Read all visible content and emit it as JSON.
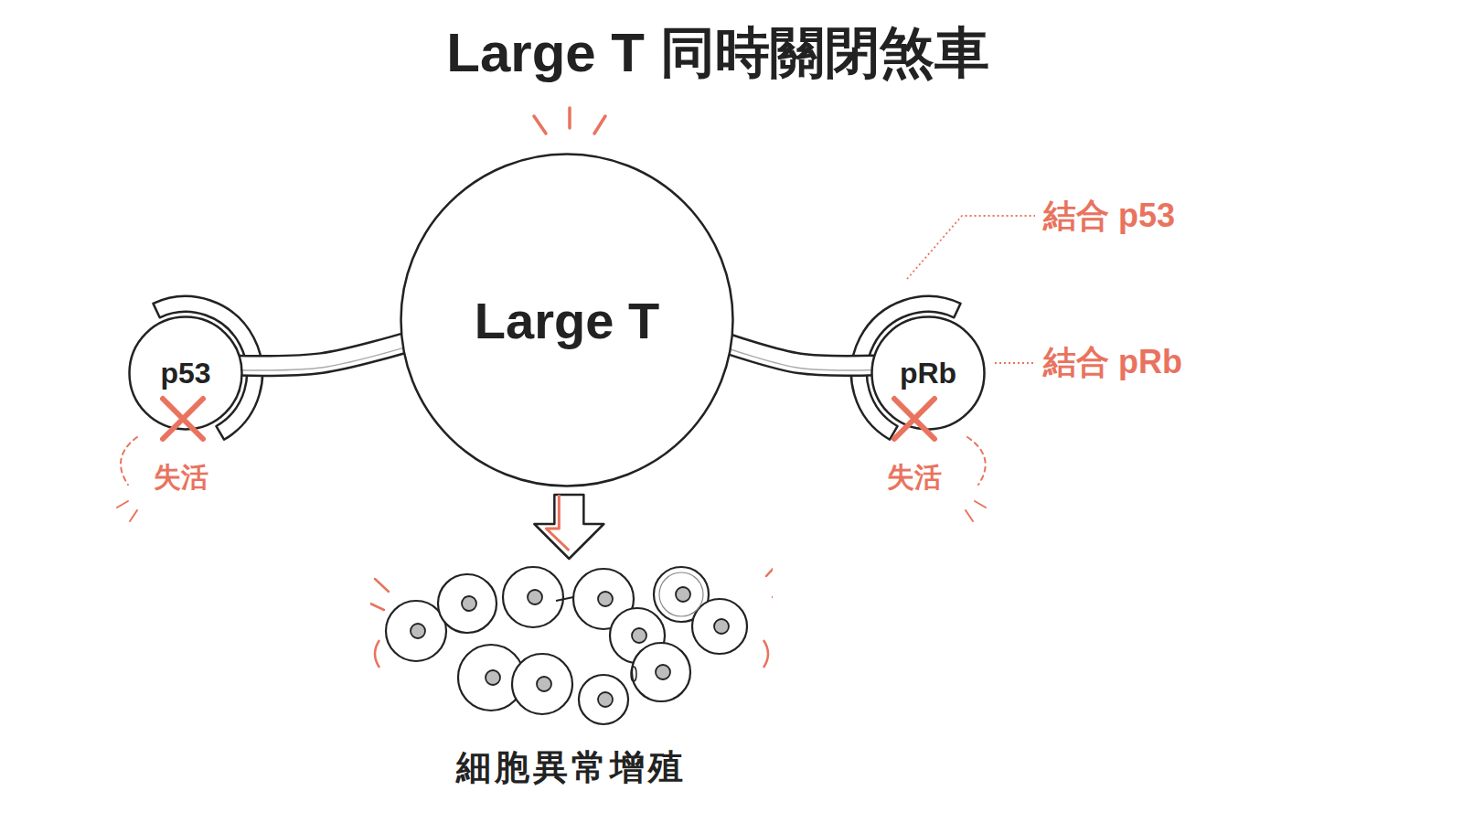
{
  "diagram": {
    "title": "Large T 同時關閉煞車",
    "nodes": [
      {
        "text": [
          "Large T"
        ]
      },
      {
        "text": [
          "p53"
        ]
      },
      {
        "text": [
          "pRb"
        ]
      },
      {
        "text": [
          "細胞異常增殖"
        ]
      }
    ],
    "edges": [
      {
        "from": 0,
        "to": 1,
        "arrow": "none"
      },
      {
        "from": 0,
        "to": 2,
        "arrow": "none"
      },
      {
        "from": 0,
        "to": 3,
        "arrow": "to"
      }
    ],
    "labels": [
      "結合 p53",
      "結合 pRb",
      "失活",
      "失活"
    ]
  }
}
